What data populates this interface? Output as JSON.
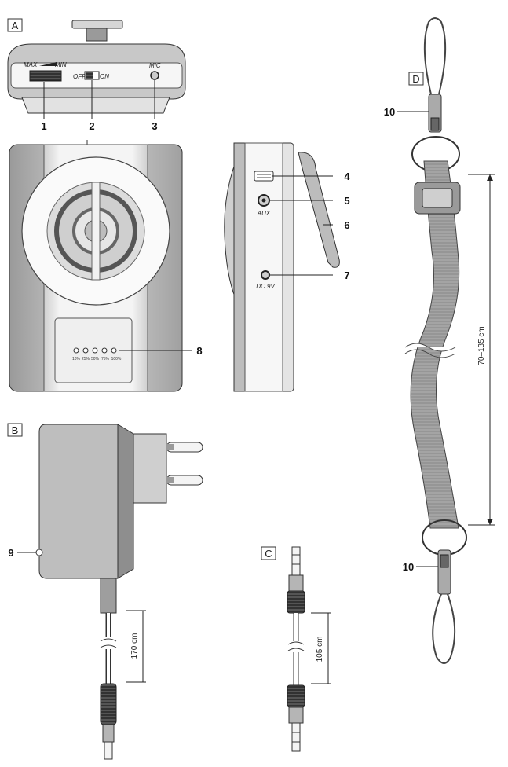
{
  "sections": {
    "a": "A",
    "b": "B",
    "c": "C",
    "d": "D"
  },
  "callouts": [
    "1",
    "2",
    "3",
    "4",
    "5",
    "6",
    "7",
    "8",
    "9",
    "10",
    "10"
  ],
  "device_top": {
    "volume_label_max": "MAX",
    "volume_label_min": "MIN",
    "switch_off": "OFF",
    "switch_on": "ON",
    "mic": "MIC"
  },
  "device_side": {
    "aux": "AUX",
    "dc": "DC 9V"
  },
  "battery_levels": [
    "10%",
    "25%",
    "50%",
    "75%",
    "100%"
  ],
  "dimensions": {
    "adapter_cable": "170 cm",
    "audio_cable": "105 cm",
    "strap": "70–135 cm"
  },
  "colors": {
    "body_gray": "#d0d0d0",
    "dark_gray": "#8a8a8a",
    "line": "#333333",
    "strap": "#9c9c9c"
  }
}
